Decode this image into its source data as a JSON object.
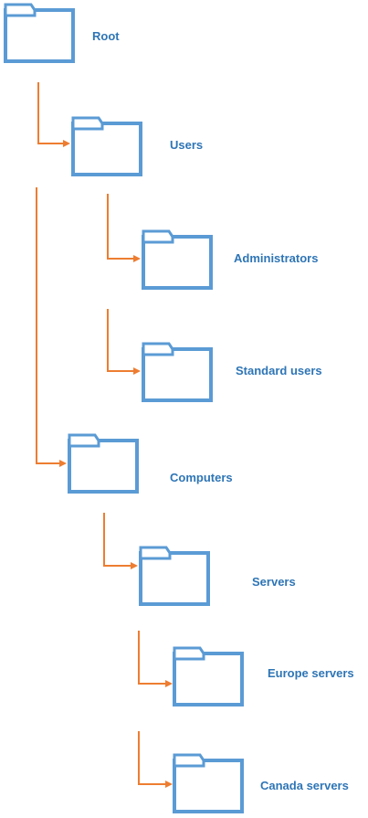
{
  "colors": {
    "folder_stroke": "#5b9bd5",
    "label": "#2e75b6",
    "connector": "#ed7d31",
    "background": "#ffffff"
  },
  "nodes": [
    {
      "id": "root",
      "label": "Root",
      "icon": "folder-icon"
    },
    {
      "id": "users",
      "label": "Users",
      "icon": "folder-icon"
    },
    {
      "id": "administrators",
      "label": "Administrators",
      "icon": "folder-icon"
    },
    {
      "id": "standard-users",
      "label": "Standard users",
      "icon": "folder-icon"
    },
    {
      "id": "computers",
      "label": "Computers",
      "icon": "folder-icon"
    },
    {
      "id": "servers",
      "label": "Servers",
      "icon": "folder-icon"
    },
    {
      "id": "europe-servers",
      "label": "Europe servers",
      "icon": "folder-icon"
    },
    {
      "id": "canada-servers",
      "label": "Canada servers",
      "icon": "folder-icon"
    }
  ],
  "edges": [
    {
      "from": "root",
      "to": "users"
    },
    {
      "from": "users",
      "to": "administrators"
    },
    {
      "from": "users",
      "to": "standard-users"
    },
    {
      "from": "root",
      "to": "computers"
    },
    {
      "from": "computers",
      "to": "servers"
    },
    {
      "from": "servers",
      "to": "europe-servers"
    },
    {
      "from": "servers",
      "to": "canada-servers"
    }
  ]
}
